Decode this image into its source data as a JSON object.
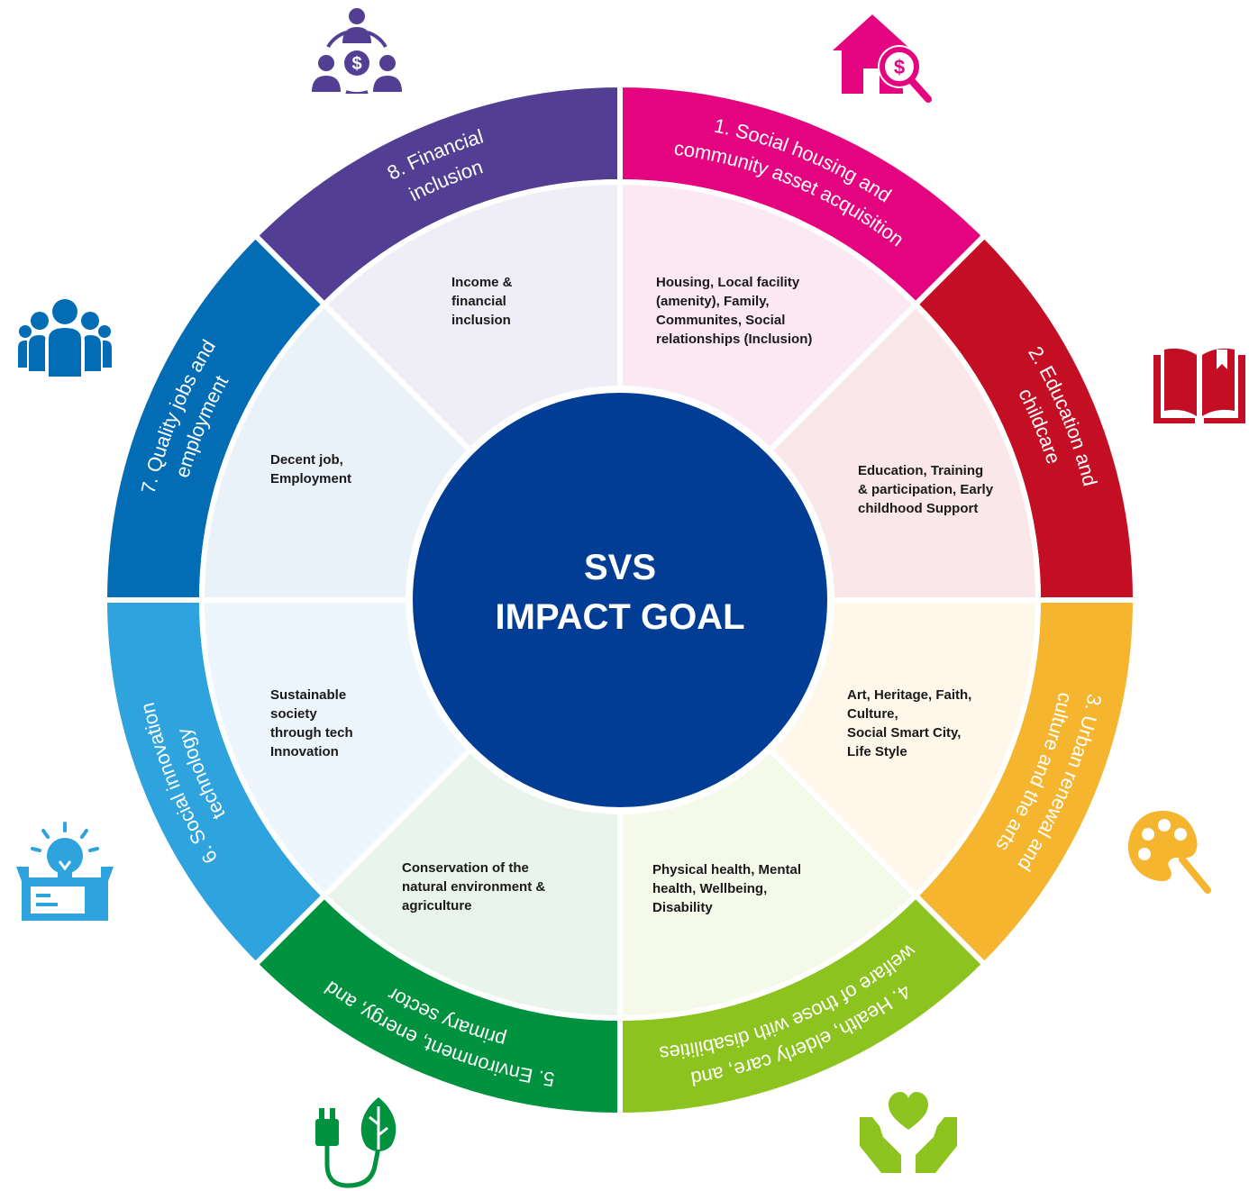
{
  "center": {
    "line1": "SVS",
    "line2": "IMPACT GOAL",
    "color": "#023d95"
  },
  "segments": [
    {
      "id": "social-housing",
      "title_lines": [
        "1. Social housing and",
        "community asset acquisition"
      ],
      "inner_text": "Housing, Local facility\n(amenity), Family,\nCommunites,  Social\nrelationships (Inclusion)",
      "color": "#e5047f",
      "tint": "#fce8f3",
      "icon": "house-dollar-icon"
    },
    {
      "id": "education",
      "title_lines": [
        "2. Education and",
        "childcare"
      ],
      "inner_text": "Education, Training\n& participation, Early\nchildhood Support",
      "color": "#c30e24",
      "tint": "#f9e7e9",
      "icon": "open-book-icon"
    },
    {
      "id": "urban-renewal",
      "title_lines": [
        "3. Urban renewal and",
        "culture and the arts"
      ],
      "inner_text": "Art, Heritage, Faith,\nCulture,\nSocial Smart City,\nLife Style",
      "color": "#f5b52e",
      "tint": "#fef7ea",
      "icon": "paint-palette-icon"
    },
    {
      "id": "health",
      "title_lines": [
        "4. Health, elderly care, and",
        "welfare of those with disabilities"
      ],
      "inner_text": "Physical health, Mental\nhealth, Wellbeing,\nDisability",
      "color": "#8dc31f",
      "tint": "#f4f9e9",
      "icon": "heart-hands-icon"
    },
    {
      "id": "environment",
      "title_lines": [
        "5. Environment, energy, and",
        "primary sector"
      ],
      "inner_text": "Conservation of the\nnatural environment &\nagriculture",
      "color": "#00923f",
      "tint": "#e8f4ec",
      "icon": "plug-leaf-icon"
    },
    {
      "id": "social-innovation",
      "title_lines": [
        "6. Social innovation",
        "technology"
      ],
      "inner_text": "Sustainable\nsociety\nthrough tech\nInnovation",
      "color": "#2ea3dd",
      "tint": "#ecf6fc",
      "icon": "lightbulb-box-icon"
    },
    {
      "id": "quality-jobs",
      "title_lines": [
        "7. Quality jobs and",
        "employment"
      ],
      "inner_text": "Decent job,\nEmployment",
      "color": "#026cb5",
      "tint": "#e9f1f9",
      "icon": "people-group-icon"
    },
    {
      "id": "financial-inclusion",
      "title_lines": [
        "8. Financial",
        "inclusion"
      ],
      "inner_text": "Income &\nfinancial\ninclusion",
      "color": "#523f94",
      "tint": "#efedf5",
      "icon": "people-money-icon"
    }
  ]
}
